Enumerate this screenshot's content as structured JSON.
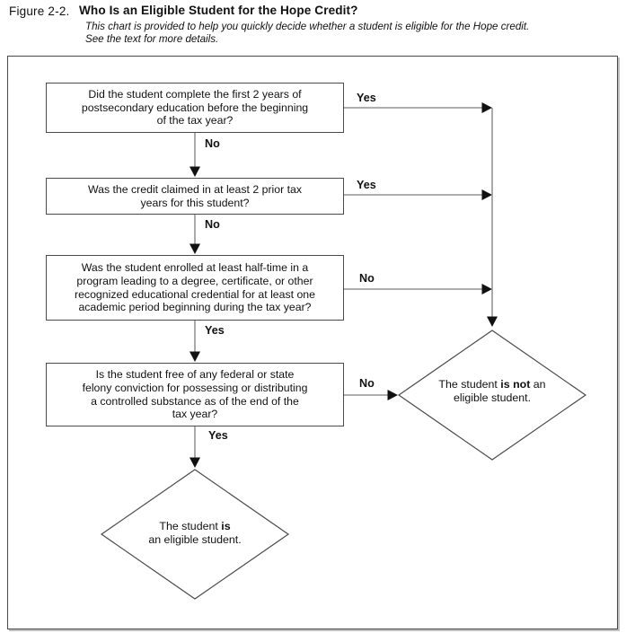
{
  "header": {
    "figure_label": "Figure 2-2.",
    "title": "Who Is an Eligible Student for the Hope Credit?",
    "subtitle_lines": [
      "This chart is provided to help you quickly decide whether a student is eligible for the Hope credit.",
      "See the text for more details."
    ]
  },
  "flowchart": {
    "questions": [
      {
        "lines": [
          "Did the student complete the first 2 years of",
          "postsecondary education before the beginning",
          "of the tax year?"
        ],
        "right_label": "Yes",
        "down_label": "No"
      },
      {
        "lines": [
          "Was the credit claimed in at least 2 prior tax",
          "years for this student?"
        ],
        "right_label": "Yes",
        "down_label": "No"
      },
      {
        "lines": [
          "Was the student enrolled at least half-time in a",
          "program leading to a degree, certificate, or other",
          "recognized educational credential for at least one",
          "academic period beginning during the tax year?"
        ],
        "right_label": "No",
        "down_label": "Yes"
      },
      {
        "lines": [
          "Is the student free of any federal or state",
          "felony conviction for possessing or distributing",
          "a controlled substance as of the end of the",
          "tax year?"
        ],
        "right_label": "No",
        "down_label": "Yes"
      }
    ],
    "outcomes": {
      "not_eligible": {
        "line1_prefix": "The student ",
        "line1_bold": "is not",
        "line1_suffix": " an",
        "line2": "eligible student."
      },
      "eligible": {
        "line1_prefix": "The student ",
        "line1_bold": "is",
        "line2": "an eligible student."
      }
    },
    "colors": {
      "line": "#7c7c7c",
      "arrowhead": "#111111",
      "border": "#4a4a4a",
      "text": "#111111"
    }
  }
}
